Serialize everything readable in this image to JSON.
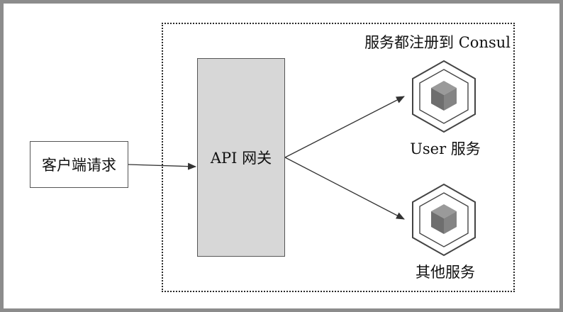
{
  "region": {
    "label": "服务都注册到 Consul"
  },
  "nodes": {
    "client": {
      "label": "客户端请求"
    },
    "gateway": {
      "label": "API 网关"
    },
    "user_service": {
      "label": "User 服务",
      "icon": "service-cube-icon"
    },
    "other_service": {
      "label": "其他服务",
      "icon": "service-cube-icon"
    }
  },
  "colors": {
    "frame": "#8c8c8c",
    "gateway_fill": "#d7d7d7",
    "cube_dark": "#777777",
    "cube_light": "#9a9a9a",
    "line": "#333333"
  }
}
